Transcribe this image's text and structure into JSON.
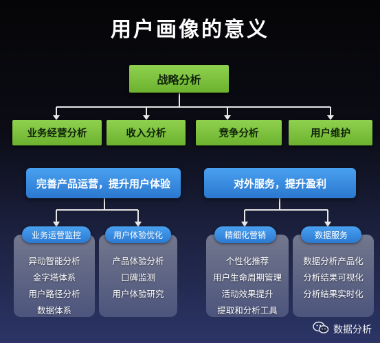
{
  "title": "用户画像的意义",
  "root": "战略分析",
  "level2": [
    "业务经营分析",
    "收入分析",
    "竞争分析",
    "用户维护"
  ],
  "groups": [
    {
      "heading": "完善产品运营，提升用户体验",
      "pills": [
        {
          "label": "业务运营监控",
          "items": [
            "异动智能分析",
            "金字塔体系",
            "用户路径分析",
            "数据体系"
          ]
        },
        {
          "label": "用户体验优化",
          "items": [
            "产品体验分析",
            "口碑监测",
            "用户体验研究"
          ]
        }
      ]
    },
    {
      "heading": "对外服务，提升盈利",
      "pills": [
        {
          "label": "精细化营销",
          "items": [
            "个性化推荐",
            "用户生命周期管理",
            "活动效果提升",
            "提取和分析工具"
          ]
        },
        {
          "label": "数据服务",
          "items": [
            "数据分析产品化",
            "分析结果可视化",
            "分析结果实时化"
          ]
        }
      ]
    }
  ],
  "watermark": "数据分析",
  "icons": {
    "watermark": "wechat-icon"
  }
}
